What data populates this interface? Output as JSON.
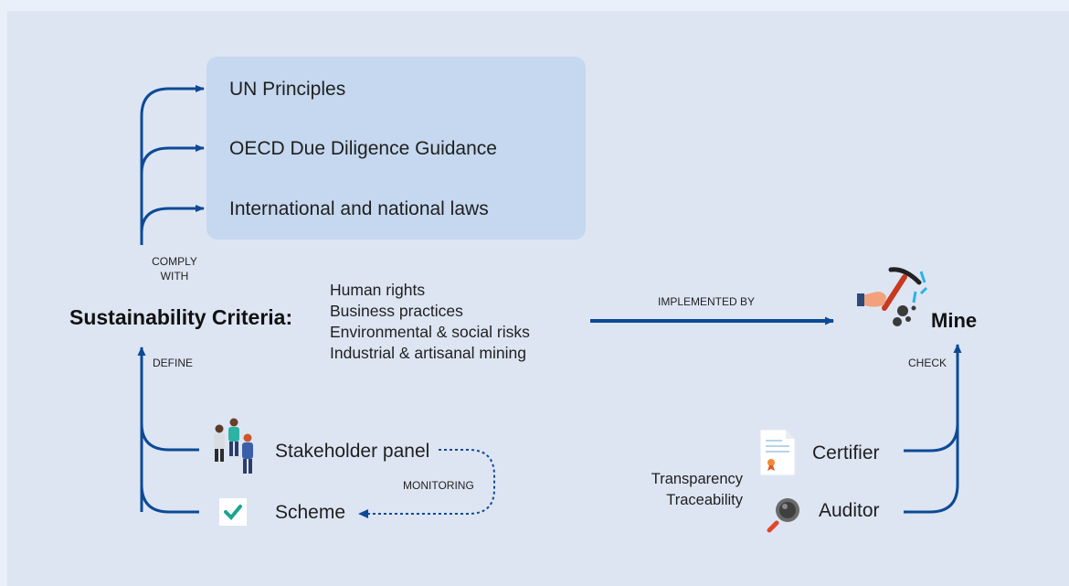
{
  "standards": [
    "UN Principles",
    "OECD Due Diligence Guidance",
    "International and national laws"
  ],
  "labels": {
    "comply_with_1": "COMPLY",
    "comply_with_2": "WITH",
    "define": "DEFINE",
    "implemented_by": "IMPLEMENTED BY",
    "check": "CHECK",
    "monitoring": "MONITORING"
  },
  "sustainability_criteria": "Sustainability Criteria:",
  "criteria": [
    "Human rights",
    "Business practices",
    "Environmental & social risks",
    "Industrial & artisanal mining"
  ],
  "mine": "Mine",
  "stakeholder_panel": "Stakeholder panel",
  "scheme": "Scheme",
  "certifier": "Certifier",
  "auditor": "Auditor",
  "transparency": "Transparency",
  "traceability": "Traceability",
  "icons": {
    "stakeholder": "people-group-icon",
    "scheme": "checkmark-icon",
    "certifier": "certificate-icon",
    "auditor": "magnifier-icon",
    "mine": "pickaxe-hand-icon"
  },
  "colors": {
    "arrow": "#0d4a96",
    "box": "#c5d8ef",
    "check": "#1ba58e"
  }
}
